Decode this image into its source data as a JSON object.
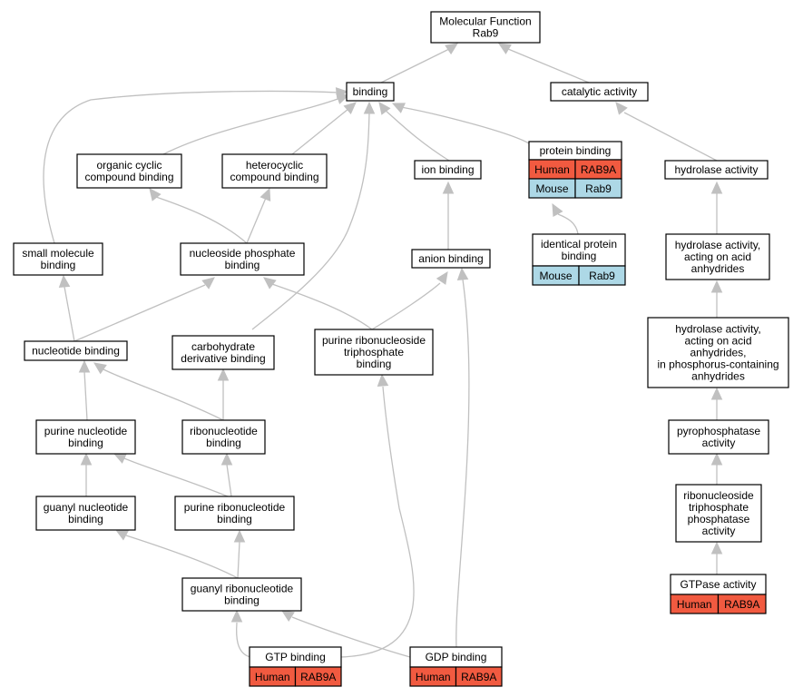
{
  "colors": {
    "human": "#f15a40",
    "mouse": "#add8e6",
    "edge": "#c0c0c0"
  },
  "nodes": {
    "molecular_function": [
      "Molecular Function",
      "Rab9"
    ],
    "binding": [
      "binding"
    ],
    "catalytic_activity": [
      "catalytic activity"
    ],
    "organic_cyclic": [
      "organic cyclic",
      "compound binding"
    ],
    "heterocyclic": [
      "heterocyclic",
      "compound binding"
    ],
    "ion_binding": [
      "ion binding"
    ],
    "protein_binding": [
      "protein binding"
    ],
    "hydrolase_activity": [
      "hydrolase activity"
    ],
    "small_molecule": [
      "small molecule",
      "binding"
    ],
    "nucleoside_phosphate": [
      "nucleoside phosphate",
      "binding"
    ],
    "anion_binding": [
      "anion binding"
    ],
    "identical_protein": [
      "identical protein",
      "binding"
    ],
    "hydrolase_acid_anhydrides": [
      "hydrolase activity,",
      "acting on acid",
      "anhydrides"
    ],
    "nucleotide_binding": [
      "nucleotide binding"
    ],
    "carbohydrate_derivative": [
      "carbohydrate",
      "derivative binding"
    ],
    "purine_ribonucleoside_triphosphate": [
      "purine ribonucleoside",
      "triphosphate",
      "binding"
    ],
    "hydrolase_phosphorus": [
      "hydrolase activity,",
      "acting on acid",
      "anhydrides,",
      "in phosphorus-containing",
      "anhydrides"
    ],
    "purine_nucleotide": [
      "purine nucleotide",
      "binding"
    ],
    "ribonucleotide": [
      "ribonucleotide",
      "binding"
    ],
    "pyrophosphatase": [
      "pyrophosphatase",
      "activity"
    ],
    "guanyl_nucleotide": [
      "guanyl nucleotide",
      "binding"
    ],
    "purine_ribonucleotide": [
      "purine ribonucleotide",
      "binding"
    ],
    "ribonucleoside_triphosphate_phosphatase": [
      "ribonucleoside",
      "triphosphate",
      "phosphatase",
      "activity"
    ],
    "guanyl_ribonucleotide": [
      "guanyl ribonucleotide",
      "binding"
    ],
    "gtpase_activity": [
      "GTPase activity"
    ],
    "gtp_binding": [
      "GTP binding"
    ],
    "gdp_binding": [
      "GDP binding"
    ]
  },
  "annotations": {
    "protein_binding": [
      [
        "Human",
        "RAB9A"
      ],
      [
        "Mouse",
        "Rab9"
      ]
    ],
    "identical_protein": [
      [
        "Mouse",
        "Rab9"
      ]
    ],
    "gtpase_activity": [
      [
        "Human",
        "RAB9A"
      ]
    ],
    "gtp_binding": [
      [
        "Human",
        "RAB9A"
      ]
    ],
    "gdp_binding": [
      [
        "Human",
        "RAB9A"
      ]
    ]
  }
}
